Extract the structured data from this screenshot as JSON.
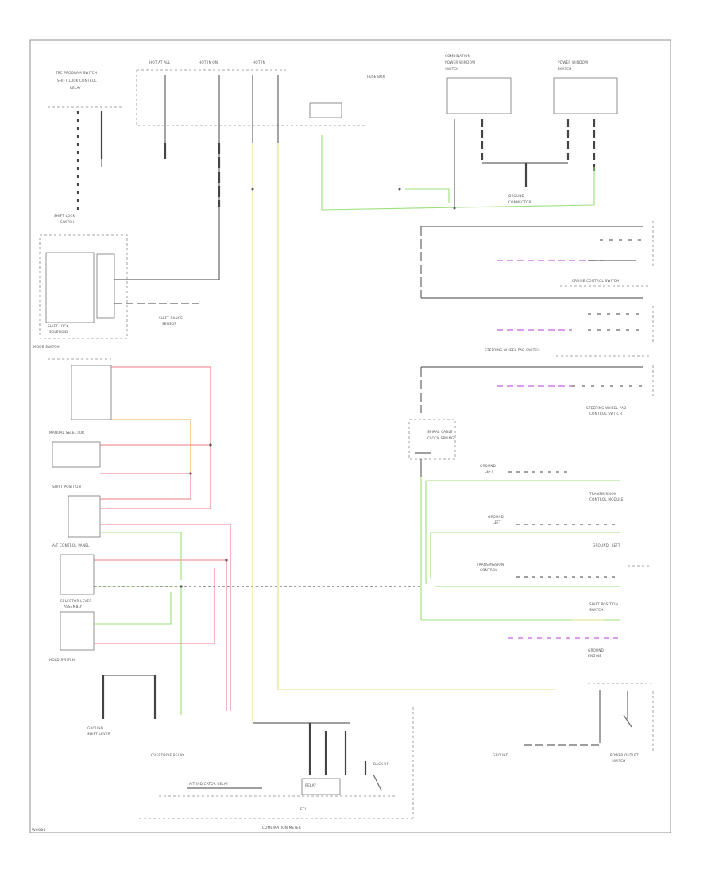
{
  "diagram": {
    "frame": {
      "border_color": "#777777"
    },
    "wire_colors": {
      "green": "#9be07a",
      "red": "#f07a8a",
      "orange": "#f0a850",
      "yellow": "#e6dc8a",
      "purple": "#d27ae6",
      "black": "#666666"
    },
    "labels": {
      "top_left_module": "TRC PROGRAM SWITCH",
      "top_left_module_sub": "SHIFT LOCK CONTROL",
      "top_left_module_sub2": "RELAY",
      "fuse_1": "HOT AT ALL",
      "fuse_2": "HOT IN ON",
      "fuse_3": "HOT IN",
      "fuse_box": "FUSE BOX",
      "left_switch": "SHIFT LOCK",
      "left_switch_sub": "SWITCH",
      "left_component": "SHIFT LOCK",
      "left_component_sub": "SOLENOID",
      "range_left": "SHIFT RANGE",
      "range_left_sub": "SENSOR",
      "mode_switch": "MODE SWITCH",
      "manual_selector": "MANUAL SELECTOR",
      "position_unit": "SHIFT POSITION",
      "control_panel": "A/T CONTROL PANEL",
      "selector_lever": "SELECTOR LEVER",
      "selector_lever_sub": "ASSEMBLY",
      "hold_switch": "HOLD SWITCH",
      "ground_left": "GROUND",
      "ground_left_sub": "SHIFT LEVER",
      "overdrive_relay": "OVERDRIVE RELAY",
      "sub_relay": "A/T INDICATOR RELAY",
      "sub_relay_2": "BACK-UP",
      "sub_relay_3": "RELAY",
      "ecu": "ECU",
      "bottom_connector": "COMBINATION METER",
      "top_right_1": "COMBINATION",
      "top_right_1_sub": "POWER WINDOW",
      "top_right_1_sub2": "SWITCH",
      "top_right_2": "POWER WINDOW",
      "top_right_2_sub": "SWITCH",
      "right_ground": "GROUND",
      "right_ground_sub": "CONNECTOR",
      "cruise_switch": "CRUISE CONTROL SWITCH",
      "steering_switch": "STEERING WHEEL PAD SWITCH",
      "steering_switch_sub": "STEERING WHEEL PAD",
      "steering_switch_sub2": "CONTROL SWITCH",
      "spiral_cable": "SPIRAL CABLE",
      "spiral_cable_sub": "CLOCK SPRING",
      "right_group_1": "GROUND",
      "right_group_1_sub": "LEFT",
      "right_group_2": "TRANSMISSION",
      "right_group_2_sub": "CONTROL MODULE",
      "right_group_3": "GROUND",
      "right_group_3_sub": "LEFT",
      "right_group_4": "GROUND",
      "right_group_4_sub": "LEFT",
      "right_group_5": "TRANSMISSION",
      "right_group_5_sub": "CONTROL",
      "right_group_6": "SHIFT POSITION",
      "right_group_6_sub": "SWITCH",
      "ground_bottom_right": "GROUND",
      "ground_bottom_right_sub": "ENGINE",
      "power_outlet": "POWER OUTLET",
      "power_outlet_sub": "SWITCH",
      "corner_code": "W0000"
    }
  }
}
